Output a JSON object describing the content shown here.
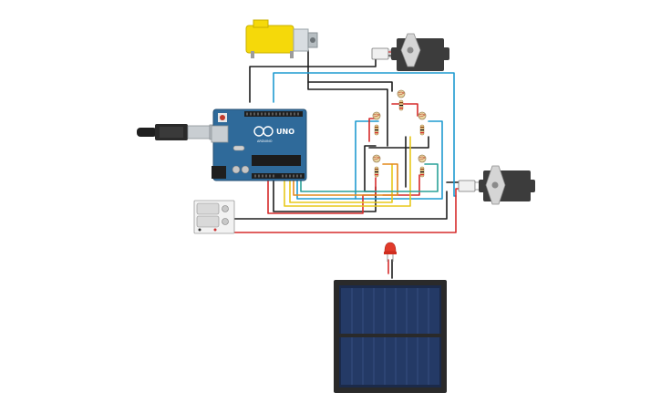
{
  "canvas": {
    "background": "#ffffff"
  },
  "arduino": {
    "model_label": "UNO",
    "brand_label": "ARDUINO",
    "board_color": "#2f6a9a",
    "reset_color": "#c0392b"
  },
  "servo_top": {
    "label": ""
  },
  "servo_right": {
    "label": ""
  },
  "wire_colors": {
    "red": "#d62b2b",
    "black": "#1e1e1e",
    "blue": "#1f9bd1",
    "yellow": "#e8c81a",
    "orange": "#e48a1c",
    "teal": "#2aa198"
  },
  "components": {
    "usb_cable": "usb-cable",
    "dc_motor": "yellow-gear-motor",
    "servo": "micro-servo",
    "ldr": "photoresistor",
    "resistor": "resistor",
    "battery": "battery-pack",
    "led": "red-led",
    "solar_panel": "solar-panel"
  }
}
